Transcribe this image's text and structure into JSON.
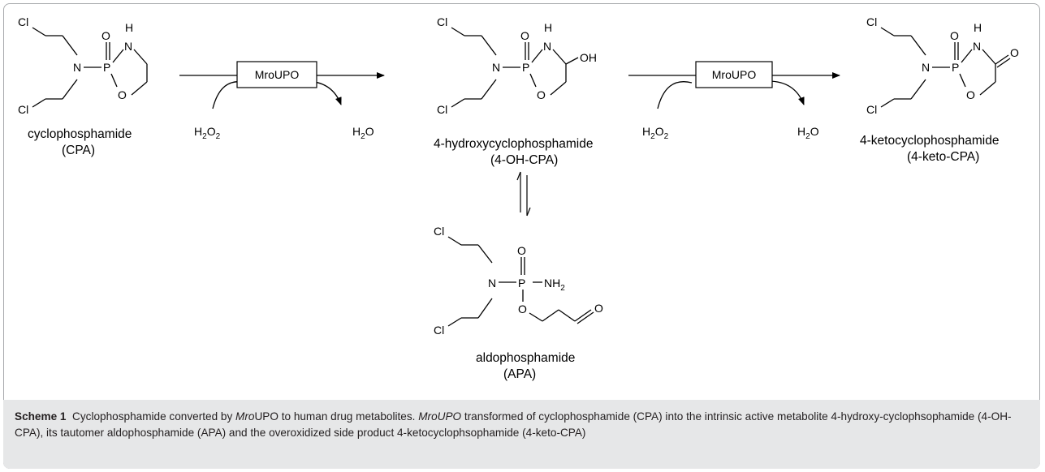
{
  "atoms": {
    "cl": "Cl",
    "n": "N",
    "p": "P",
    "o": "O",
    "h": "H",
    "oh": "OH",
    "nh": "NH",
    "two": "2",
    "h2o": "H",
    "h2o_o": "O"
  },
  "enzyme": {
    "label": "MroUPO"
  },
  "compounds": {
    "cpa": {
      "name": "cyclophosphamide",
      "abbr": "(CPA)"
    },
    "oh_cpa": {
      "name": "4-hydroxycyclophosphamide",
      "abbr": "(4-OH-CPA)"
    },
    "keto_cpa": {
      "name": "4-ketocyclophosphamide",
      "abbr": "(4-keto-CPA)"
    },
    "apa": {
      "name": "aldophosphamide",
      "abbr": "(APA)"
    }
  },
  "caption": {
    "label": "Scheme 1",
    "part1": "Cyclophosphamide converted by ",
    "mro1": "Mro",
    "part2": "UPO to human drug metabolites. ",
    "mroupo": "MroUPO",
    "part3": " transformed of cyclophosphamide (CPA) into the intrinsic active metabolite 4-hydroxy-cyclophsophamide (4-OH-CPA), its tautomer aldophosphamide (APA) and the overoxidized side product 4-ketocyclophsophamide (4-keto-CPA)"
  }
}
